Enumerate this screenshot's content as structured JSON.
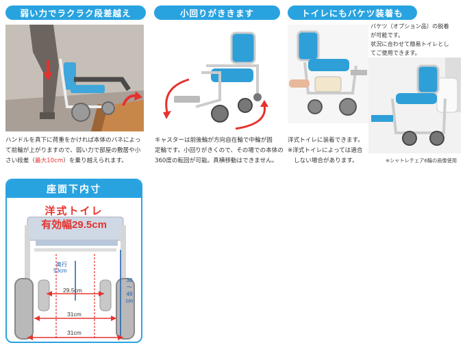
{
  "sections": {
    "s1": {
      "title": "弱い力でラクラク段差越え",
      "caption_line1": "ハンドルを真下に荷重をかければ本体のバネによっ",
      "caption_line2": "て前輪が上がりますので、弱い力で部屋の敷居や小",
      "caption_line3_pre": "さい段差（",
      "caption_line3_red": "最大10cm",
      "caption_line3_post": "）を乗り越えられます。"
    },
    "s2": {
      "title": "小回りがききます",
      "caption_line1": "キャスターは前後輪が方向自在輪で中輪が固",
      "caption_line2": "定輪です。小回りがきくので、その場での本体の",
      "caption_line3": "360度の転回が可能。真横移動はできません。"
    },
    "s3": {
      "title": "トイレにもバケツ装着も",
      "side_line1": "バケツ（オプション品）の脱着",
      "side_line2": "が可能です。",
      "side_line3": "状況に合わせて簡易トイレとし",
      "side_line4": "てご使用できます。",
      "caption_line1": "洋式トイレに装着できます。",
      "caption_line2": "※洋式トイレによっては適合",
      "caption_line3": "しない場合があります。",
      "note": "※シャトレチェア6輪の画像使用"
    },
    "s4": {
      "title": "座面下内寸",
      "toilet_label": "洋式トイレ",
      "width_label": "有効幅29.5cm",
      "depth_label": "奥行",
      "depth_value": "53cm",
      "height_top": "38",
      "height_tilde": "〜",
      "height_bottom": "48",
      "height_unit": "cm",
      "dim_inner": "29.5cm",
      "dim_mid": "31cm",
      "dim_bottom": "31cm"
    }
  },
  "colors": {
    "pill": "#29a3e0",
    "red": "#e5322d",
    "seat_blue": "#2f9fd8",
    "dim_blue": "#1c5fb0"
  }
}
